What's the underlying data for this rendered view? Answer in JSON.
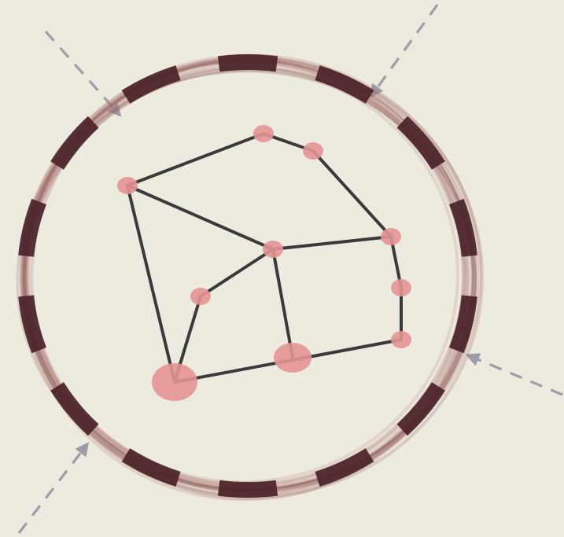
{
  "colors": {
    "background": "#edeae0",
    "ring": "#b07c7a",
    "ring_dark": "#8a5654",
    "ring_segment": "#4a2228",
    "edge": "#3a3a3a",
    "node": "#e49393",
    "arrow": "#9d9ca7"
  },
  "diagram": {
    "ring": {
      "segment_count": 14,
      "style": "hand-drawn double ring with dark dashed segments"
    },
    "arrows": [
      {
        "name": "arrow-top-left",
        "direction": "inward"
      },
      {
        "name": "arrow-top-right",
        "direction": "inward"
      },
      {
        "name": "arrow-right",
        "direction": "inward"
      },
      {
        "name": "arrow-bottom-left",
        "direction": "inward"
      }
    ],
    "nodes": [
      {
        "id": "n1",
        "size": "small"
      },
      {
        "id": "n2",
        "size": "small"
      },
      {
        "id": "n3",
        "size": "small"
      },
      {
        "id": "n4",
        "size": "small"
      },
      {
        "id": "n5",
        "size": "small"
      },
      {
        "id": "n6",
        "size": "small"
      },
      {
        "id": "n7",
        "size": "small"
      },
      {
        "id": "n8",
        "size": "small"
      },
      {
        "id": "n9",
        "size": "medium"
      },
      {
        "id": "n10",
        "size": "large"
      }
    ],
    "edges": [
      [
        "n1",
        "n2"
      ],
      [
        "n2",
        "n3"
      ],
      [
        "n3",
        "n5"
      ],
      [
        "n1",
        "n4"
      ],
      [
        "n4",
        "n5"
      ],
      [
        "n1",
        "n10"
      ],
      [
        "n4",
        "n7"
      ],
      [
        "n7",
        "n10"
      ],
      [
        "n4",
        "n9"
      ],
      [
        "n5",
        "n6"
      ],
      [
        "n6",
        "n8"
      ],
      [
        "n10",
        "n8"
      ]
    ]
  }
}
